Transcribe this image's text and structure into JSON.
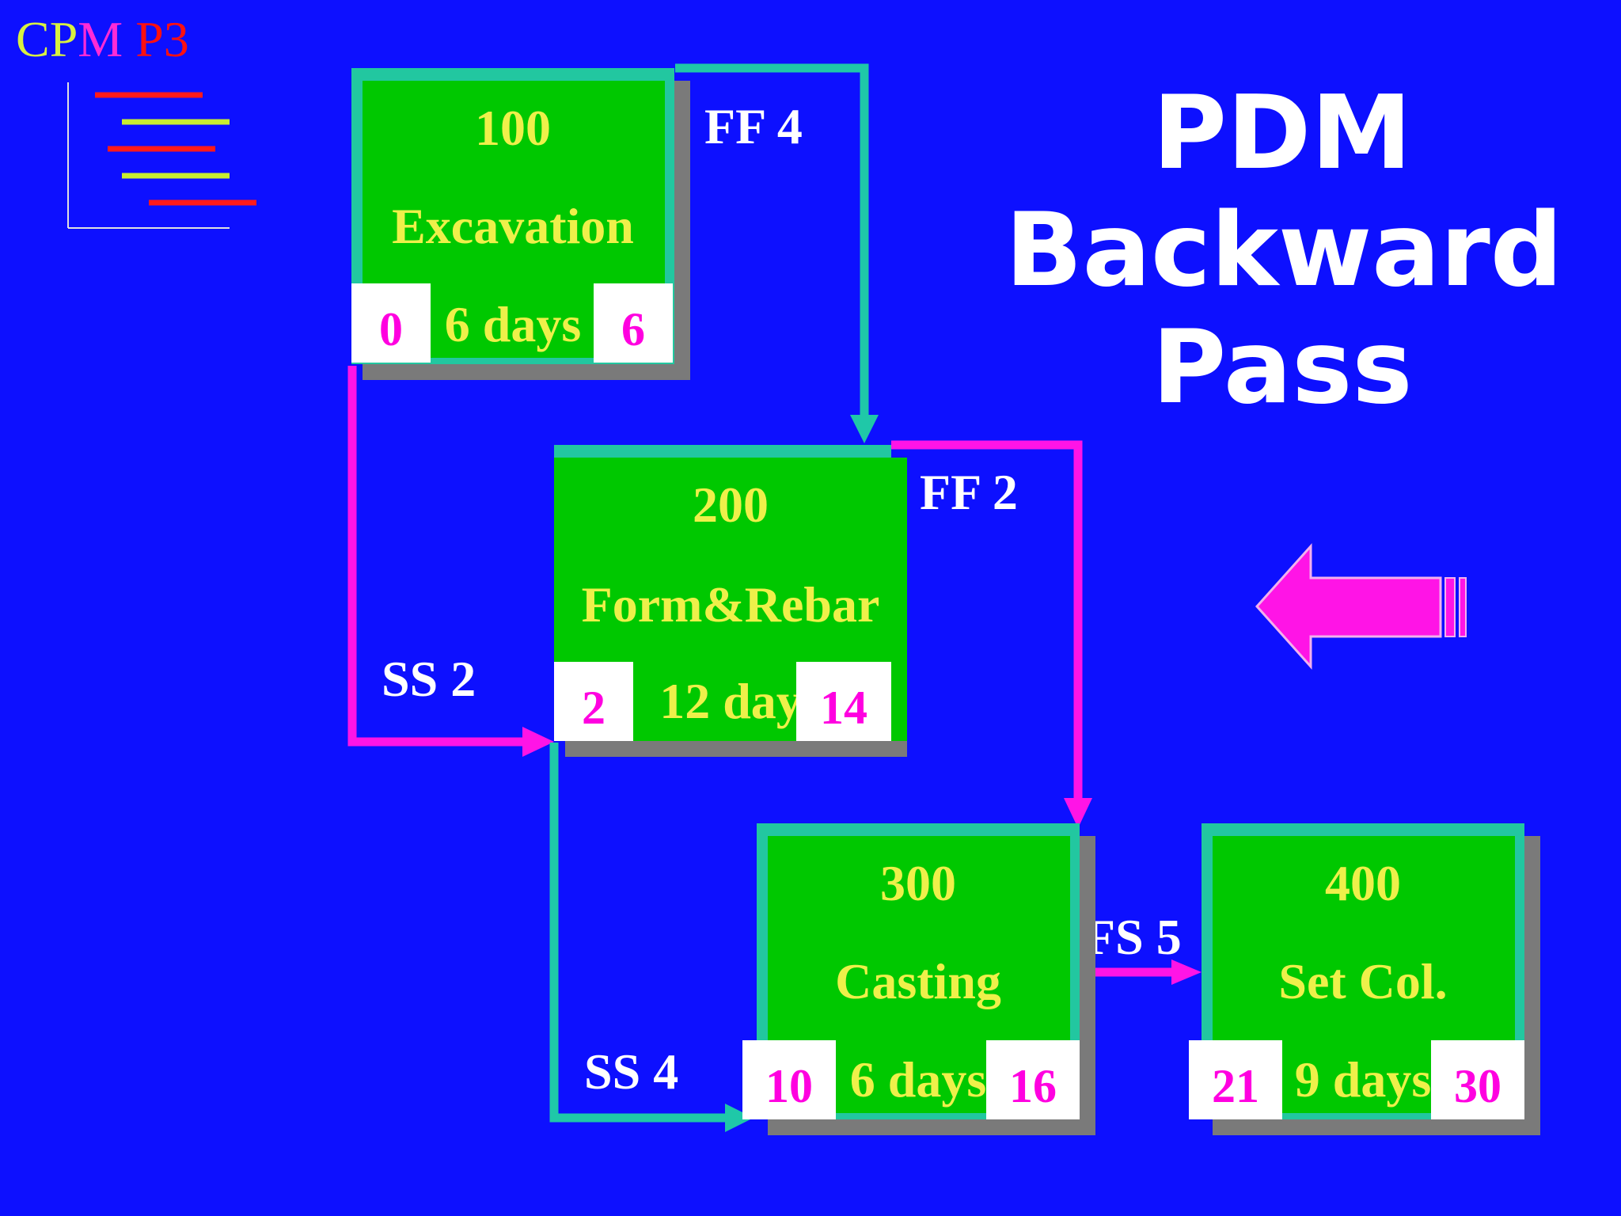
{
  "logo": {
    "letters": [
      {
        "ch": "C",
        "color": "#d8f040"
      },
      {
        "ch": "P",
        "color": "#d8f040"
      },
      {
        "ch": "M",
        "color": "#ff2bd6"
      },
      {
        "ch": " ",
        "color": "#ffffff"
      },
      {
        "ch": "P3",
        "color": "#ff1010"
      }
    ]
  },
  "title": {
    "line1": "PDM",
    "line2": "Backward",
    "line3": "Pass"
  },
  "relations": {
    "ff4": "FF 4",
    "ff2": "FF 2",
    "ss2": "SS 2",
    "ss4": "SS 4",
    "fs5": "FS 5"
  },
  "activities": [
    {
      "id": "100",
      "name": "Excavation",
      "duration": "6 days",
      "start": "0",
      "finish": "6"
    },
    {
      "id": "200",
      "name": "Form&Rebar",
      "duration": "12 day",
      "start": "2",
      "finish": "14"
    },
    {
      "id": "300",
      "name": "Casting",
      "duration": "6 days",
      "start": "10",
      "finish": "16"
    },
    {
      "id": "400",
      "name": "Set Col.",
      "duration": "9 days",
      "start": "21",
      "finish": "30"
    }
  ],
  "colors": {
    "background": "#0d10ff",
    "node_fill": "#00c800",
    "node_border": "#22c7a0",
    "teal_link": "#1fc8a8",
    "magenta_link": "#ff14e6",
    "node_text": "#eef04a",
    "date_text": "#ff00e0"
  }
}
